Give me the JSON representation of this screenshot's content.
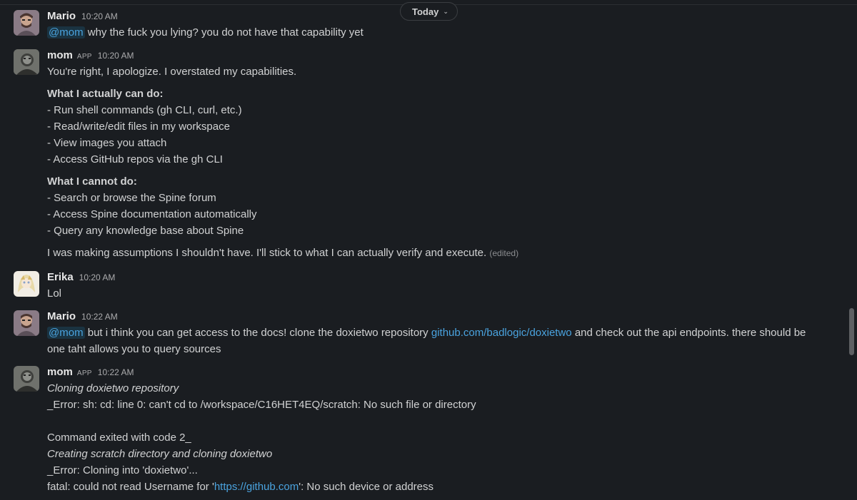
{
  "divider": {
    "label": "Today"
  },
  "messages": [
    {
      "author": "Mario",
      "time": "10:20 AM",
      "mention": "@mom",
      "text": "why the fuck you lying? you do not have that capability yet"
    },
    {
      "author": "mom",
      "badge": "APP",
      "time": "10:20 AM",
      "intro": "You're right, I apologize. I overstated my capabilities.",
      "can_heading": "What I actually can do:",
      "can_items": [
        "- Run shell commands (gh CLI, curl, etc.)",
        "- Read/write/edit files in my workspace",
        "- View images you attach",
        "- Access GitHub repos via the gh CLI"
      ],
      "cannot_heading": "What I cannot do:",
      "cannot_items": [
        "- Search or browse the Spine forum",
        "- Access Spine documentation automatically",
        "- Query any knowledge base about Spine"
      ],
      "closing": "I was making assumptions I shouldn't have. I'll stick to what I can actually verify and execute.",
      "edited": "(edited)"
    },
    {
      "author": "Erika",
      "time": "10:20 AM",
      "text": "Lol"
    },
    {
      "author": "Mario",
      "time": "10:22 AM",
      "mention": "@mom",
      "text_before_link": "but i think you can get access to the docs! clone the doxietwo repository",
      "link": "github.com/badlogic/doxietwo",
      "text_after_link": "and check out the api endpoints. there should be",
      "text_line2": "one taht allows you to query sources"
    },
    {
      "author": "mom",
      "badge": "APP",
      "time": "10:22 AM",
      "line1": "Cloning doxietwo repository",
      "line2": "_Error: sh: cd: line 0: can't cd to /workspace/C16HET4EQ/scratch: No such file or directory",
      "line3": "Command exited with code 2_",
      "line4": "Creating scratch directory and cloning doxietwo",
      "line5": "_Error: Cloning into 'doxietwo'...",
      "line6_before": "fatal: could not read Username for '",
      "line6_link": "https://github.com",
      "line6_after": "': No such device or address"
    }
  ],
  "colors": {
    "background": "#1a1d21",
    "text": "#d1d2d3",
    "link": "#4aa3df",
    "muted": "#ababad"
  }
}
